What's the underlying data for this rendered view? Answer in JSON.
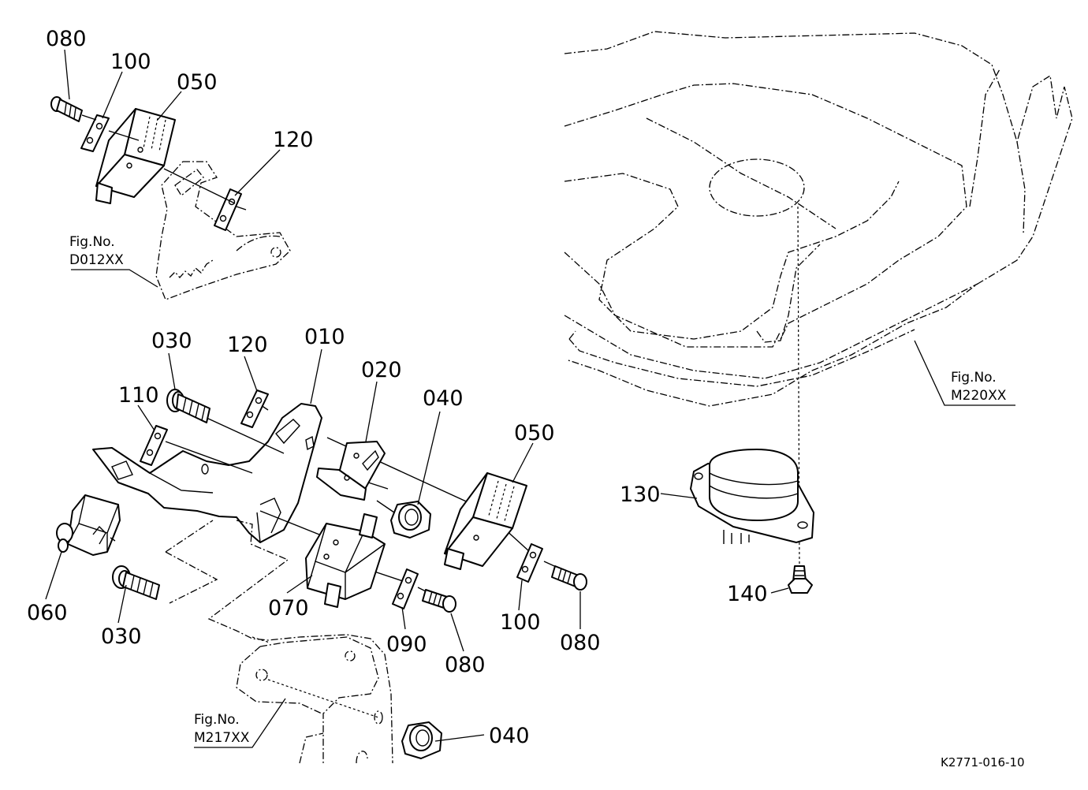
{
  "callouts": [
    {
      "id": "c080a",
      "text": "080"
    },
    {
      "id": "c100a",
      "text": "100"
    },
    {
      "id": "c050a",
      "text": "050"
    },
    {
      "id": "c120a",
      "text": "120"
    },
    {
      "id": "c030a",
      "text": "030"
    },
    {
      "id": "c120b",
      "text": "120"
    },
    {
      "id": "c010",
      "text": "010"
    },
    {
      "id": "c020",
      "text": "020"
    },
    {
      "id": "c040a",
      "text": "040"
    },
    {
      "id": "c050b",
      "text": "050"
    },
    {
      "id": "c110",
      "text": "110"
    },
    {
      "id": "c060",
      "text": "060"
    },
    {
      "id": "c030b",
      "text": "030"
    },
    {
      "id": "c070",
      "text": "070"
    },
    {
      "id": "c090",
      "text": "090"
    },
    {
      "id": "c080b",
      "text": "080"
    },
    {
      "id": "c100b",
      "text": "100"
    },
    {
      "id": "c080c",
      "text": "080"
    },
    {
      "id": "c040b",
      "text": "040"
    },
    {
      "id": "c130",
      "text": "130"
    },
    {
      "id": "c140",
      "text": "140"
    }
  ],
  "figure_refs": [
    {
      "id": "d012",
      "line1": "Fig.No.",
      "line2": "D012XX"
    },
    {
      "id": "m220",
      "line1": "Fig.No.",
      "line2": "M220XX"
    },
    {
      "id": "m217",
      "line1": "Fig.No.",
      "line2": "M217XX"
    }
  ],
  "drawing_code": "K2771-016-10"
}
